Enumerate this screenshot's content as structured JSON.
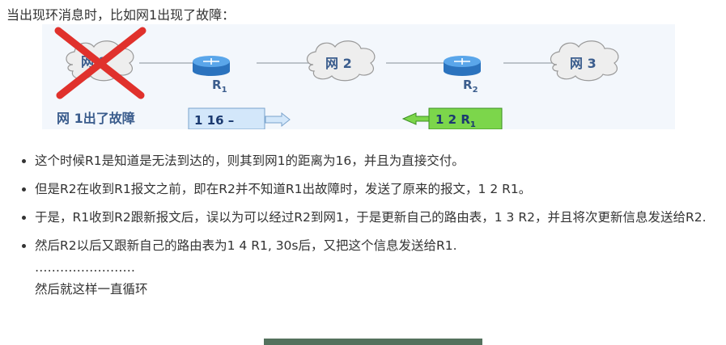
{
  "intro": "当出现环消息时，比如网1出现了故障：",
  "figure": {
    "net1": "网 1",
    "net2": "网 2",
    "net3": "网 3",
    "router1": "R",
    "router1_sub": "1",
    "router2": "R",
    "router2_sub": "2",
    "fault_label": "网 1出了故障",
    "packet_left": "1 16 –",
    "packet_right_prefix": "1 2 R",
    "packet_right_sub": "1",
    "colors": {
      "cross": "#e0312c",
      "packet_left_fill": "#d3e7fa",
      "packet_right_fill": "#7cd64b",
      "router": "#3b8ed8"
    }
  },
  "bullets": [
    {
      "text": "这个时候R1是知道是无法到达的，则其到网1的距离为16，并且为直接交付。"
    },
    {
      "text": "但是R2在收到R1报文之前，即在R2并不知道R1出故障时，发送了原来的报文，1 2 R1。"
    },
    {
      "text": "于是，R1收到R2跟新报文后，误以为可以经过R2到网1，于是更新自己的路由表，1 3 R2，并且将次更新信息发送给R2."
    },
    {
      "text": "然后R2以后又跟新自己的路由表为1 4 R1, 30s后，又把这个信息发送给R1.",
      "cont1": "……………………",
      "cont2": "然后就这样一直循环"
    }
  ]
}
